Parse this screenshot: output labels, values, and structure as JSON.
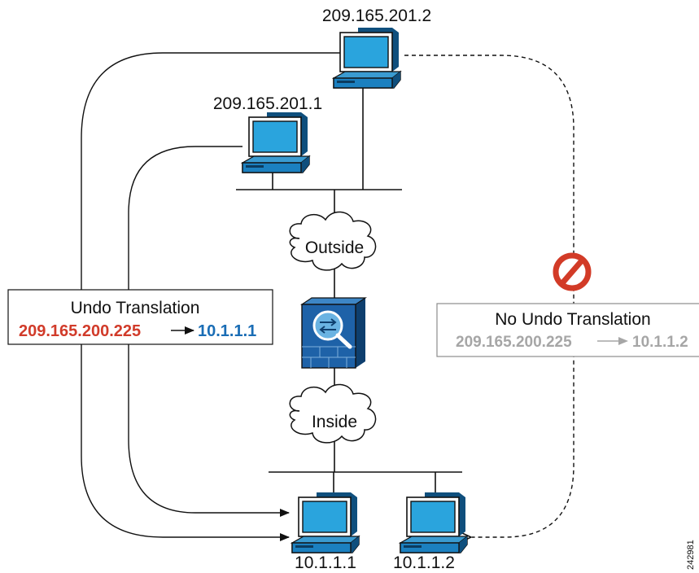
{
  "hosts": {
    "outside_top": "209.165.201.2",
    "outside_mid": "209.165.201.1",
    "inside_left": "10.1.1.1",
    "inside_right": "10.1.1.2"
  },
  "clouds": {
    "outside": "Outside",
    "inside": "Inside"
  },
  "undo_box": {
    "title": "Undo Translation",
    "from_ip": "209.165.200.225",
    "to_ip": "10.1.1.1"
  },
  "no_undo_box": {
    "title": "No Undo Translation",
    "from_ip": "209.165.200.225",
    "to_ip": "10.1.1.2"
  },
  "figure_id": "242981",
  "icons": {
    "computer": "computer-icon",
    "firewall": "firewall-icon",
    "prohibited": "prohibited-icon",
    "cloud": "cloud-icon"
  },
  "colors": {
    "host_screen": "#1b8ec4",
    "host_body": "#2a7fb7",
    "firewall": "#1e62a8",
    "red_ip": "#d13b2a",
    "blue_ip": "#1a6db5",
    "gray_text": "#a6a6a6",
    "prohibited": "#d23b27"
  }
}
